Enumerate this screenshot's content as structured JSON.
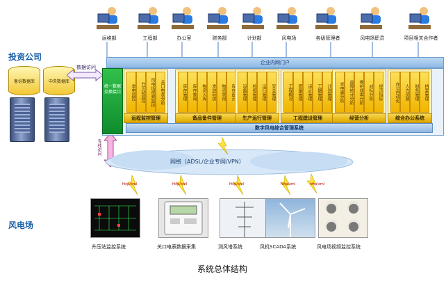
{
  "labels": {
    "investment_company": "投资公司",
    "wind_farm": "风电场",
    "db_backup": "备份数据库",
    "db_central": "中央数据库",
    "data_access": "数据访问",
    "exchange": "统一数据交换接口",
    "dedicated_line": "专线访问",
    "portal": "企业内网门户",
    "system": "数字风电综合管理系统",
    "network": "网络（ADSL/企业专网/VPN）",
    "caption": "系统总体结构"
  },
  "users": [
    {
      "label": "运维部"
    },
    {
      "label": "工程部"
    },
    {
      "label": "办公室"
    },
    {
      "label": "财务部"
    },
    {
      "label": "计划部"
    },
    {
      "label": "风电场"
    },
    {
      "label": "各级管理者"
    },
    {
      "label": "风电场职员"
    },
    {
      "label": "项目相关合作者"
    }
  ],
  "modules": [
    {
      "category": "运程监控管理",
      "items": [
        "发电监控",
        "升压站监控",
        "风电场视频监控",
        "关口电表分析"
      ]
    },
    {
      "category": "备品备件管理",
      "items": [
        "库存管理",
        "库存查询",
        "物资入库",
        "发放转换",
        "物资领用",
        "库存盘点"
      ]
    },
    {
      "category": "生产运行管理",
      "items": [
        "设备管理",
        "检修管理",
        "运行管理",
        "安全管理"
      ]
    },
    {
      "category": "工程建设管理",
      "items": [
        "工程概况",
        "质量管理",
        "设计管理",
        "工期管理",
        "计划管理"
      ]
    },
    {
      "category": "经营分析",
      "items": [
        "发电量分析",
        "故障统计分析",
        "维护成本分析",
        "对标分析",
        "经济指标"
      ]
    },
    {
      "category": "综合办公系统",
      "items": [
        "办公自动化",
        "人力资源",
        "财务管理",
        "档案管理"
      ]
    }
  ],
  "link_labels": [
    "http/xml",
    "http/xml",
    "http/xml",
    "http/xml",
    "http/xml"
  ],
  "subsystems": [
    {
      "label": "升压站监控系统"
    },
    {
      "label": "关口电表数据采集"
    },
    {
      "label": "测风塔系统"
    },
    {
      "label": "风机SCADA系统"
    },
    {
      "label": "风电场视频监控系统"
    }
  ]
}
